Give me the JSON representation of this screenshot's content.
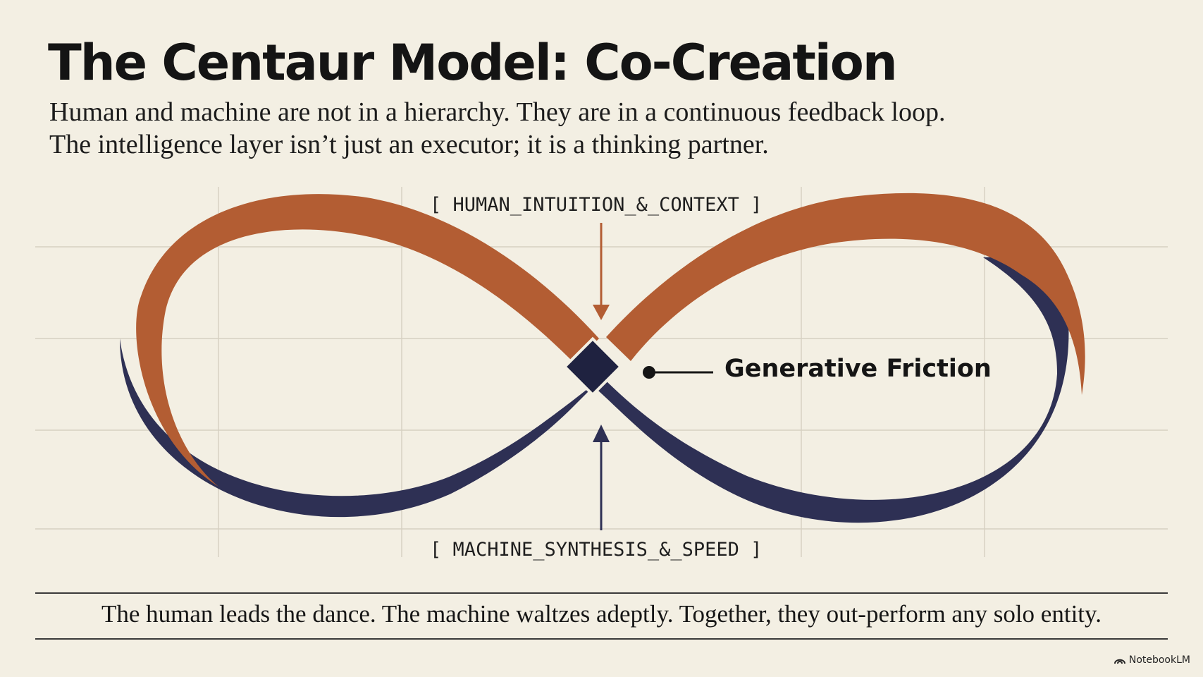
{
  "title": "The Centaur Model: Co-Creation",
  "subtitle": {
    "line1": "Human and machine are not in a hierarchy. They are in a continuous feedback loop.",
    "line2": "The intelligence layer isn’t just an executor; it is a thinking partner."
  },
  "diagram": {
    "top_label": "[ HUMAN_INTUITION_&_CONTEXT ]",
    "bottom_label": "[ MACHINE_SYNTHESIS_&_SPEED ]",
    "center_label": "Generative Friction",
    "colors": {
      "human": "#b35d33",
      "machine": "#2e3054",
      "background": "#f3efe3"
    }
  },
  "footer": "The human leads the dance. The machine waltzes adeptly. Together, they out-perform any solo entity.",
  "brand": "NotebookLM"
}
